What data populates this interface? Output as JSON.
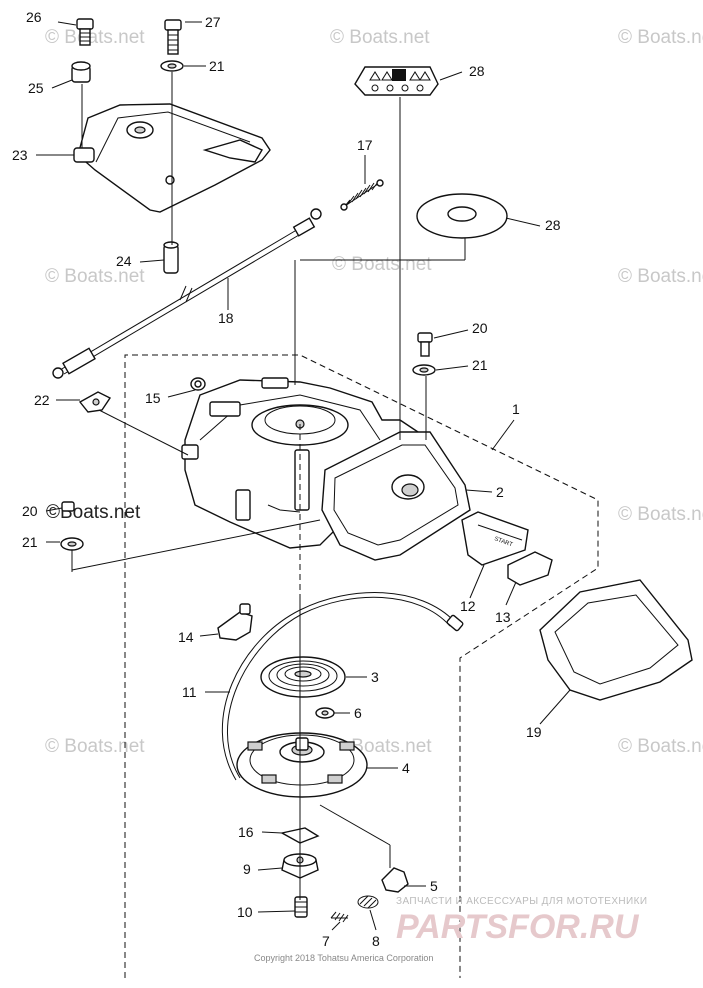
{
  "callouts": [
    {
      "id": "c26",
      "label": "26"
    },
    {
      "id": "c27",
      "label": "27"
    },
    {
      "id": "c21a",
      "label": "21"
    },
    {
      "id": "c25",
      "label": "25"
    },
    {
      "id": "c28a",
      "label": "28"
    },
    {
      "id": "c23",
      "label": "23"
    },
    {
      "id": "c17",
      "label": "17"
    },
    {
      "id": "c28b",
      "label": "28"
    },
    {
      "id": "c24",
      "label": "24"
    },
    {
      "id": "c18",
      "label": "18"
    },
    {
      "id": "c20a",
      "label": "20"
    },
    {
      "id": "c21b",
      "label": "21"
    },
    {
      "id": "c22",
      "label": "22"
    },
    {
      "id": "c15",
      "label": "15"
    },
    {
      "id": "c1",
      "label": "1"
    },
    {
      "id": "c2",
      "label": "2"
    },
    {
      "id": "c20b",
      "label": "20"
    },
    {
      "id": "c21c",
      "label": "21"
    },
    {
      "id": "c12",
      "label": "12"
    },
    {
      "id": "c13",
      "label": "13"
    },
    {
      "id": "c14",
      "label": "14"
    },
    {
      "id": "c3",
      "label": "3"
    },
    {
      "id": "c11",
      "label": "11"
    },
    {
      "id": "c6",
      "label": "6"
    },
    {
      "id": "c19",
      "label": "19"
    },
    {
      "id": "c4",
      "label": "4"
    },
    {
      "id": "c16",
      "label": "16"
    },
    {
      "id": "c9",
      "label": "9"
    },
    {
      "id": "c5",
      "label": "5"
    },
    {
      "id": "c10",
      "label": "10"
    },
    {
      "id": "c8",
      "label": "8"
    },
    {
      "id": "c7",
      "label": "7"
    }
  ],
  "watermarks": {
    "text": "© Boats.net",
    "emphasized": "©Boats.net"
  },
  "footer": {
    "copyright": "Copyright 2018 Tohatsu America Corporation",
    "shop_tagline": "ЗАПЧАСТИ И АКСЕССУАРЫ ДЛЯ МОТОТЕХНИКИ",
    "shop_brand": "PARTSFOR.RU"
  },
  "handle_label": "START"
}
